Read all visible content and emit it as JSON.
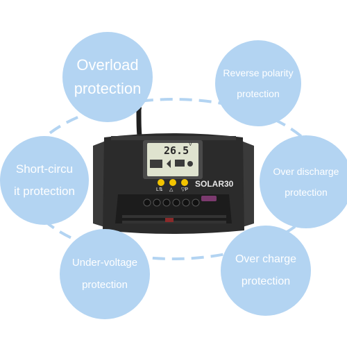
{
  "bubbles": {
    "overload": [
      "Overload",
      "protection"
    ],
    "reverse": [
      "Reverse polarity",
      "protection"
    ],
    "short": [
      "Short-circu",
      "it protection"
    ],
    "overdischarge": [
      "Over discharge",
      "protection"
    ],
    "undervoltage": [
      "Under-voltage",
      "protection"
    ],
    "overcharge": [
      "Over charge",
      "protection"
    ]
  },
  "device": {
    "brand": "SOLAR30",
    "lcd_value": "26.5",
    "lcd_unit": "V",
    "button_labels": [
      "L⇅",
      "△",
      "▽P"
    ]
  },
  "colors": {
    "bubble": "#b3d4f2",
    "dashed_ring": "#b3d4f2",
    "device_body": "#2b2b2b",
    "lcd": "#dfe3cf",
    "button": "#f2c400"
  }
}
